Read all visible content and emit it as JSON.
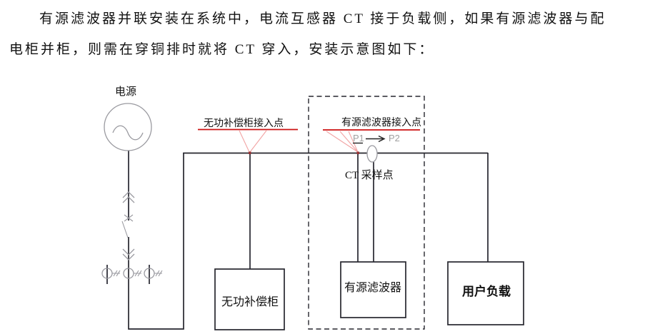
{
  "paragraph": {
    "line1": "有源滤波器并联安装在系统中，电流互感器 CT 接于负载侧，如果有源滤波器与配",
    "line2": "电柜并柜，则需在穿铜排时就将 CT 穿入，安装示意图如下："
  },
  "diagram": {
    "source_label": "电源",
    "annotation_compensation": "无功补偿柜接入点",
    "annotation_filter": "有源滤波器接入点",
    "ct_p1": "P1",
    "ct_p2": "P2",
    "ct_sampling_label": "CT 采样点",
    "box_compensation": "无功补偿柜",
    "box_filter": "有源滤波器",
    "box_load": "用户负载"
  },
  "theme": {
    "line-color": "#26262e",
    "symbol-color": "#9a9aa0",
    "red-underline": "#cc1111",
    "red-leader": "#f2a4a4",
    "gray-label": "#a0a0a0",
    "text-color": "#111111",
    "page-bg": "#ffffff"
  }
}
